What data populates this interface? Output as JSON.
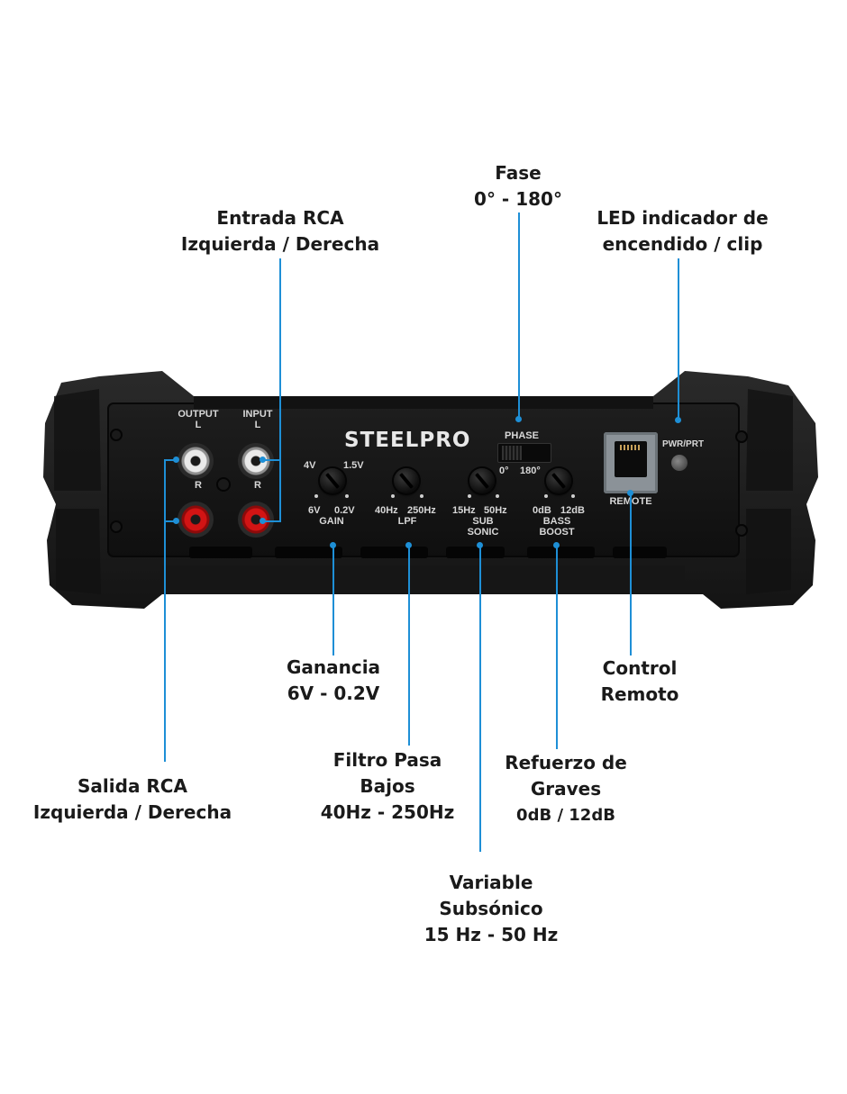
{
  "callouts": {
    "entrada": {
      "line1": "Entrada RCA",
      "line2": "Izquierda / Derecha"
    },
    "fase": {
      "line1": "Fase",
      "line2": "0° - 180°"
    },
    "led": {
      "line1": "LED indicador de",
      "line2": "encendido / clip"
    },
    "ganancia": {
      "line1": "Ganancia",
      "line2": "6V - 0.2V"
    },
    "control": {
      "line1": "Control",
      "line2": "Remoto"
    },
    "salida": {
      "line1": "Salida RCA",
      "line2": "Izquierda / Derecha"
    },
    "filtro": {
      "line1": "Filtro Pasa",
      "line2": "Bajos",
      "line3": "40Hz - 250Hz"
    },
    "refuerzo": {
      "line1": "Refuerzo de",
      "line2": "Graves",
      "line3": "0dB  / 12dB"
    },
    "variable": {
      "line1": "Variable",
      "line2": "Subsónico",
      "line3": "15 Hz - 50 Hz"
    }
  },
  "panel": {
    "brand": "STEELPRO",
    "output": {
      "title": "OUTPUT",
      "l": "L",
      "r": "R"
    },
    "input": {
      "title": "INPUT",
      "l": "L",
      "r": "R"
    },
    "gain": {
      "top_left": "4V",
      "top_right": "1.5V",
      "bottom_left": "6V",
      "bottom_right": "0.2V",
      "name": "GAIN"
    },
    "lpf": {
      "left": "40Hz",
      "right": "250Hz",
      "name": "LPF"
    },
    "subsonic": {
      "left": "15Hz",
      "right": "50Hz",
      "name1": "SUB",
      "name2": "SONIC"
    },
    "bass": {
      "left": "0dB",
      "right": "12dB",
      "name1": "BASS",
      "name2": "BOOST"
    },
    "phase": {
      "name": "PHASE",
      "left": "0°",
      "right": "180°"
    },
    "remote": "REMOTE",
    "pwr": "PWR/PRT"
  },
  "colors": {
    "accent": "#1e8fd6",
    "chassis": "#1b1b1b",
    "text": "#1a1a1a"
  }
}
